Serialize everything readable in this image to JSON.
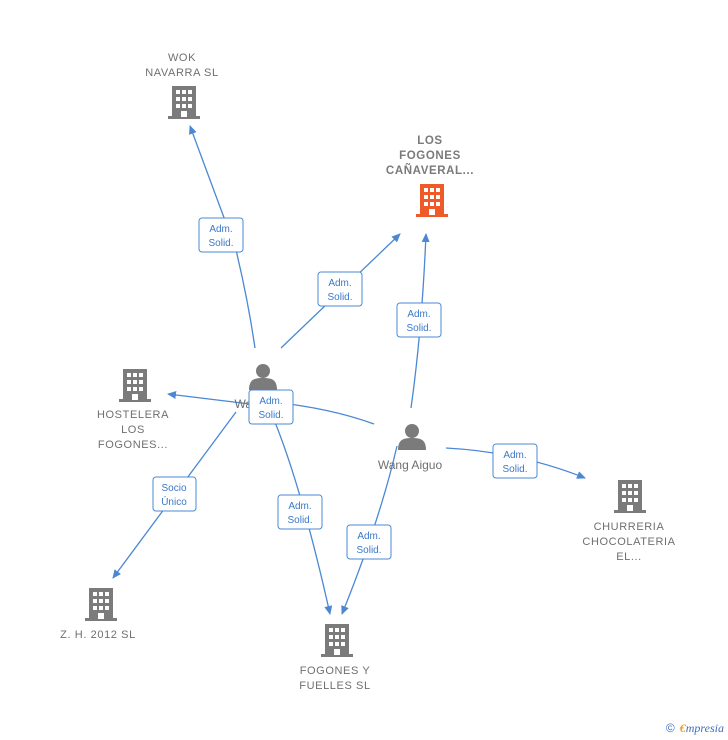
{
  "colors": {
    "building": "#7b7b7b",
    "main_building": "#f05a28",
    "person": "#7b7b7b",
    "edge": "#4a88d4",
    "edge_text": "#3a78c8"
  },
  "nodes": {
    "wok": {
      "lines": [
        "WOK",
        "NAVARRA SL"
      ],
      "icon": "building-icon"
    },
    "los_fogones": {
      "lines": [
        "LOS",
        "FOGONES",
        "CAÑAVERAL..."
      ],
      "icon": "building-icon"
    },
    "hostelera": {
      "lines": [
        "HOSTELERA",
        "LOS",
        "FOGONES..."
      ],
      "icon": "building-icon"
    },
    "churreria": {
      "lines": [
        "CHURRERIA",
        "CHOCOLATERIA",
        "EL..."
      ],
      "icon": "building-icon"
    },
    "zh2012": {
      "lines": [
        "Z.  H. 2012 SL"
      ],
      "icon": "building-icon"
    },
    "fogones_fuelles": {
      "lines": [
        "FOGONES Y",
        "FUELLES  SL"
      ],
      "icon": "building-icon"
    },
    "wang_left": {
      "label": "Wang...",
      "icon": "person-icon"
    },
    "wang_aiguo": {
      "label": "Wang Aiguo",
      "icon": "person-icon"
    }
  },
  "edges": [
    {
      "id": "e1",
      "lines": [
        "Adm.",
        "Solid."
      ]
    },
    {
      "id": "e2",
      "lines": [
        "Adm.",
        "Solid."
      ]
    },
    {
      "id": "e3",
      "lines": [
        "Adm.",
        "Solid."
      ]
    },
    {
      "id": "e4",
      "lines": [
        "Adm.",
        "Solid."
      ]
    },
    {
      "id": "e5",
      "lines": [
        "Adm.",
        "Solid."
      ]
    },
    {
      "id": "e6",
      "lines": [
        "Adm.",
        "Solid."
      ]
    },
    {
      "id": "e7",
      "lines": [
        "Adm.",
        "Solid."
      ]
    },
    {
      "id": "e8",
      "lines": [
        "Socio",
        "Único"
      ]
    }
  ],
  "footer": {
    "copyright": "©",
    "brand_initial": "€",
    "brand_rest": "mpresia"
  }
}
